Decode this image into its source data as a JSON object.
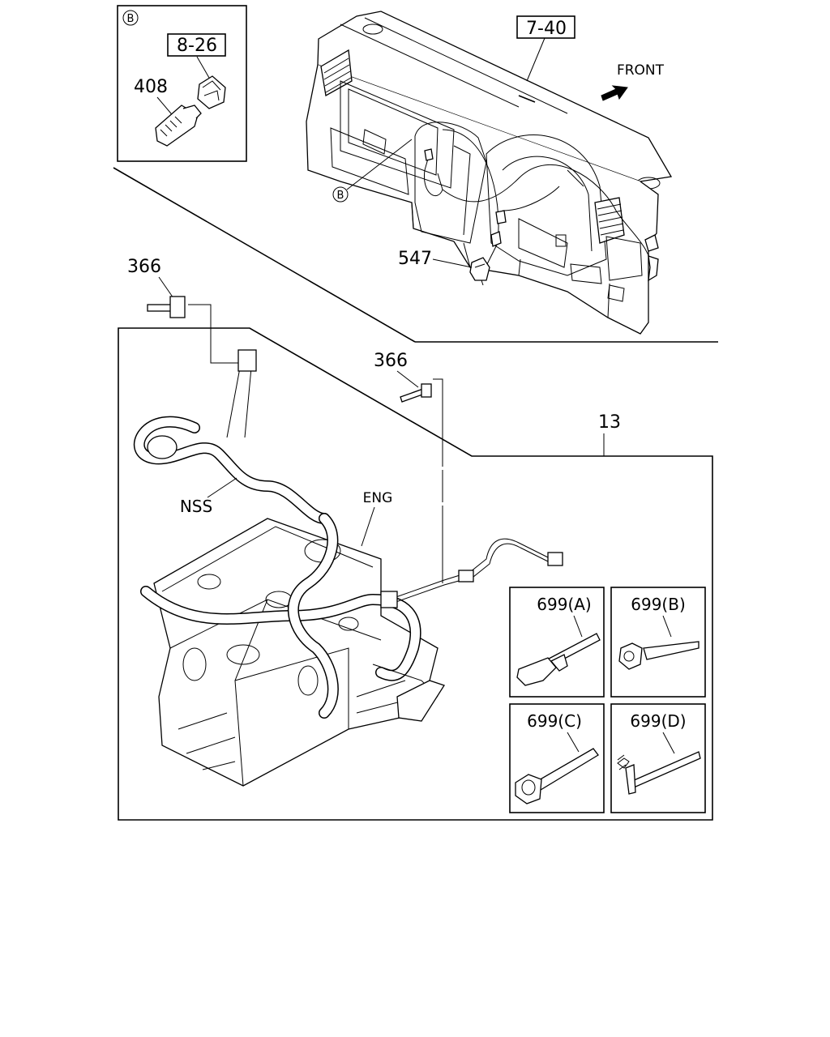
{
  "detail_b": {
    "marker": "B",
    "boxed_ref": "8-26",
    "part_number": "408"
  },
  "dashboard": {
    "boxed_ref": "7-40",
    "direction_label": "FRONT",
    "callout_marker": "B",
    "part_number": "547"
  },
  "engine_harness": {
    "part_number_upper": "366",
    "part_number_middle": "366",
    "harness_number": "13",
    "hose_label": "NSS",
    "engine_label": "ENG"
  },
  "clip_insets": [
    {
      "label": "699(A)"
    },
    {
      "label": "699(B)"
    },
    {
      "label": "699(C)"
    },
    {
      "label": "699(D)"
    }
  ]
}
